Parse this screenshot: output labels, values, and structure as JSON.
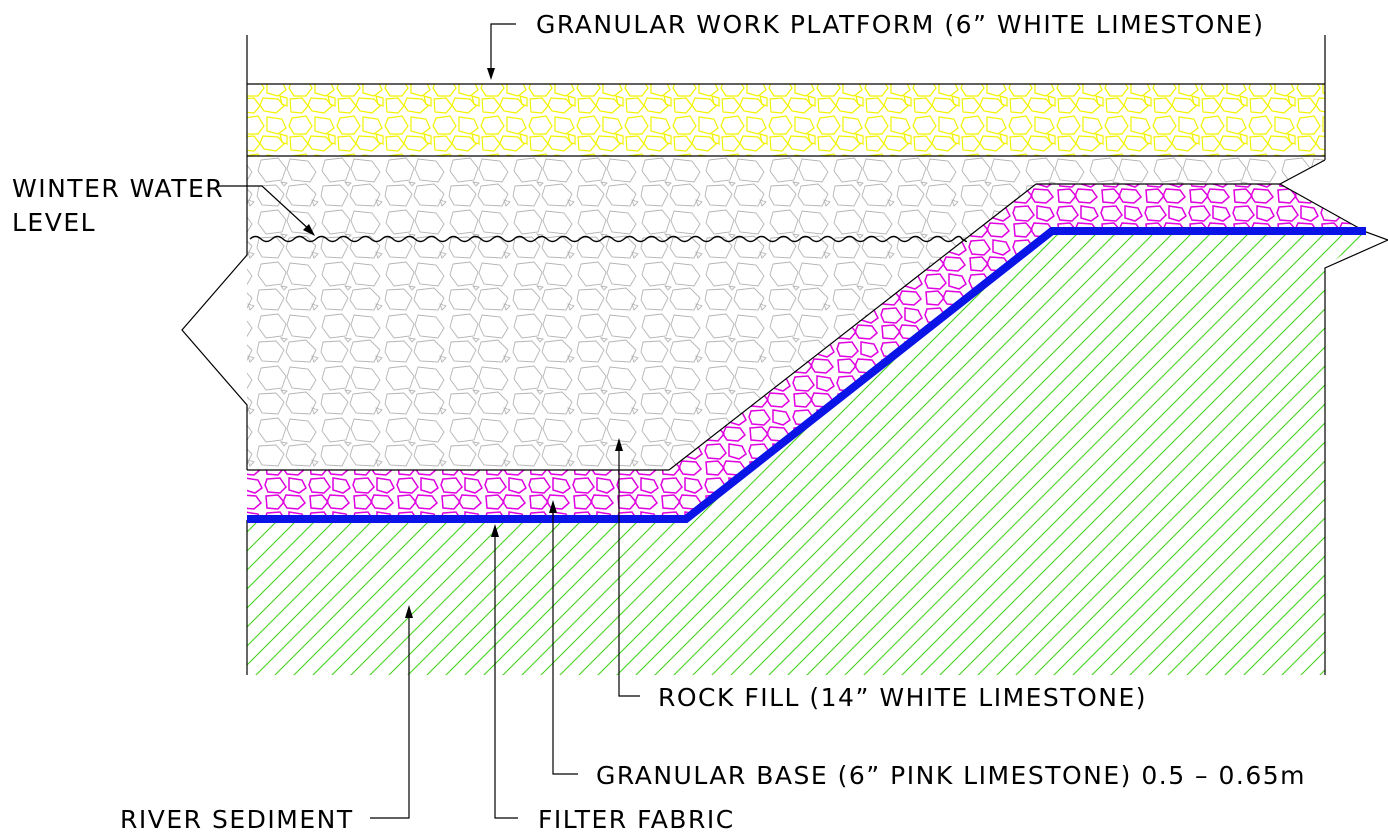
{
  "labels": {
    "platform": "GRANULAR WORK PLATFORM (6” WHITE LIMESTONE)",
    "winter_line1": "WINTER WATER",
    "winter_line2": "LEVEL",
    "rock_fill": "ROCK FILL (14” WHITE LIMESTONE)",
    "granular_base": "GRANULAR BASE (6” PINK LIMESTONE) 0.5 – 0.65m",
    "river_sediment": "RIVER SEDIMENT",
    "filter_fabric": "FILTER FABRIC"
  },
  "colors": {
    "platform_hatch": "#f2f200",
    "rock_fill_hatch": "#b4b4b4",
    "granular_base_hatch": "#e000e0",
    "filter_fabric": "#0a14e6",
    "sediment_hatch": "#46d21e",
    "outline": "#000000"
  }
}
